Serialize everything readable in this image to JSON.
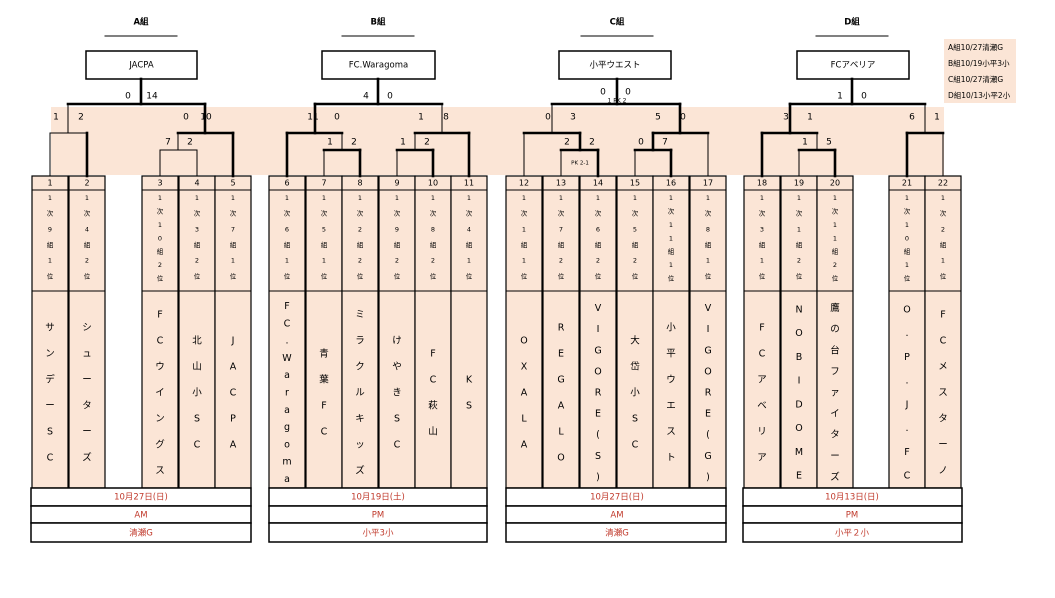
{
  "groups": [
    {
      "label": "A組",
      "winner": "JACPA",
      "final_score": [
        "0",
        "14"
      ],
      "date": "10月27日(日)",
      "time": "AM",
      "venue": "清瀬G"
    },
    {
      "label": "B組",
      "winner": "FC.Waragoma",
      "final_score": [
        "4",
        "0"
      ],
      "date": "10月19日(土)",
      "time": "PM",
      "venue": "小平3小"
    },
    {
      "label": "C組",
      "winner": "小平ウエスト",
      "final_score": [
        "0",
        "0"
      ],
      "final_pk": "1 PK 2",
      "date": "10月27日(日)",
      "time": "AM",
      "venue": "清瀬G"
    },
    {
      "label": "D組",
      "winner": "FCアベリア",
      "final_score": [
        "1",
        "0"
      ],
      "date": "10月13日(日)",
      "time": "PM",
      "venue": "小平２小"
    }
  ],
  "legend": [
    "A組10/27清瀬G",
    "B組10/19小平3小",
    "C組10/27清瀬G",
    "D組10/13小平2小"
  ],
  "teams": [
    {
      "no": "1",
      "seed": "1次9組1位",
      "name": "サンデーSC"
    },
    {
      "no": "2",
      "seed": "1次4組2位",
      "name": "シューターズ"
    },
    {
      "no": "3",
      "seed": "1次10組2位",
      "name": "FCウイングス"
    },
    {
      "no": "4",
      "seed": "1次3組2位",
      "name": "北山小SC"
    },
    {
      "no": "5",
      "seed": "1次7組1位",
      "name": "JACPA"
    },
    {
      "no": "6",
      "seed": "1次6組1位",
      "name": "FC.Waragoma"
    },
    {
      "no": "7",
      "seed": "1次5組1位",
      "name": "青葉FC"
    },
    {
      "no": "8",
      "seed": "1次2組2位",
      "name": "ミラクルキッズ"
    },
    {
      "no": "9",
      "seed": "1次9組2位",
      "name": "けやきSC"
    },
    {
      "no": "10",
      "seed": "1次8組2位",
      "name": "FC萩山"
    },
    {
      "no": "11",
      "seed": "1次4組1位",
      "name": "KS"
    },
    {
      "no": "12",
      "seed": "1次1組1位",
      "name": "OXALA"
    },
    {
      "no": "13",
      "seed": "1次7組2位",
      "name": "REGALO"
    },
    {
      "no": "14",
      "seed": "1次6組2位",
      "name": "VIGORE(S)"
    },
    {
      "no": "15",
      "seed": "1次5組2位",
      "name": "大岱小SC"
    },
    {
      "no": "16",
      "seed": "1次11組1位",
      "name": "小平ウエスト"
    },
    {
      "no": "17",
      "seed": "1次8組1位",
      "name": "VIGORE(G)"
    },
    {
      "no": "18",
      "seed": "1次3組1位",
      "name": "FCアベリア"
    },
    {
      "no": "19",
      "seed": "1次1組2位",
      "name": "NOBIDOME"
    },
    {
      "no": "20",
      "seed": "1次11組2位",
      "name": "鷹の台ファイターズ"
    },
    {
      "no": "21",
      "seed": "1次10組1位",
      "name": "O.P.J.FC"
    },
    {
      "no": "22",
      "seed": "1次2組1位",
      "name": "FCメスターノ"
    }
  ],
  "scores": {
    "a_semi": [
      "1",
      "2",
      "0",
      "10"
    ],
    "a_first": [
      "7",
      "2"
    ],
    "b_semi": [
      "11",
      "0",
      "1",
      "8"
    ],
    "b_first_left": [
      "1",
      "2"
    ],
    "b_first_right": [
      "1",
      "2"
    ],
    "c_semi": [
      "0",
      "3",
      "5",
      "0"
    ],
    "c_first_left": [
      "2",
      "2"
    ],
    "c_first_left_pk": "PK 2-1",
    "c_first_right": [
      "0",
      "7"
    ],
    "d_semi": [
      "3",
      "1",
      "6",
      "1"
    ],
    "d_first": [
      "1",
      "5"
    ]
  }
}
